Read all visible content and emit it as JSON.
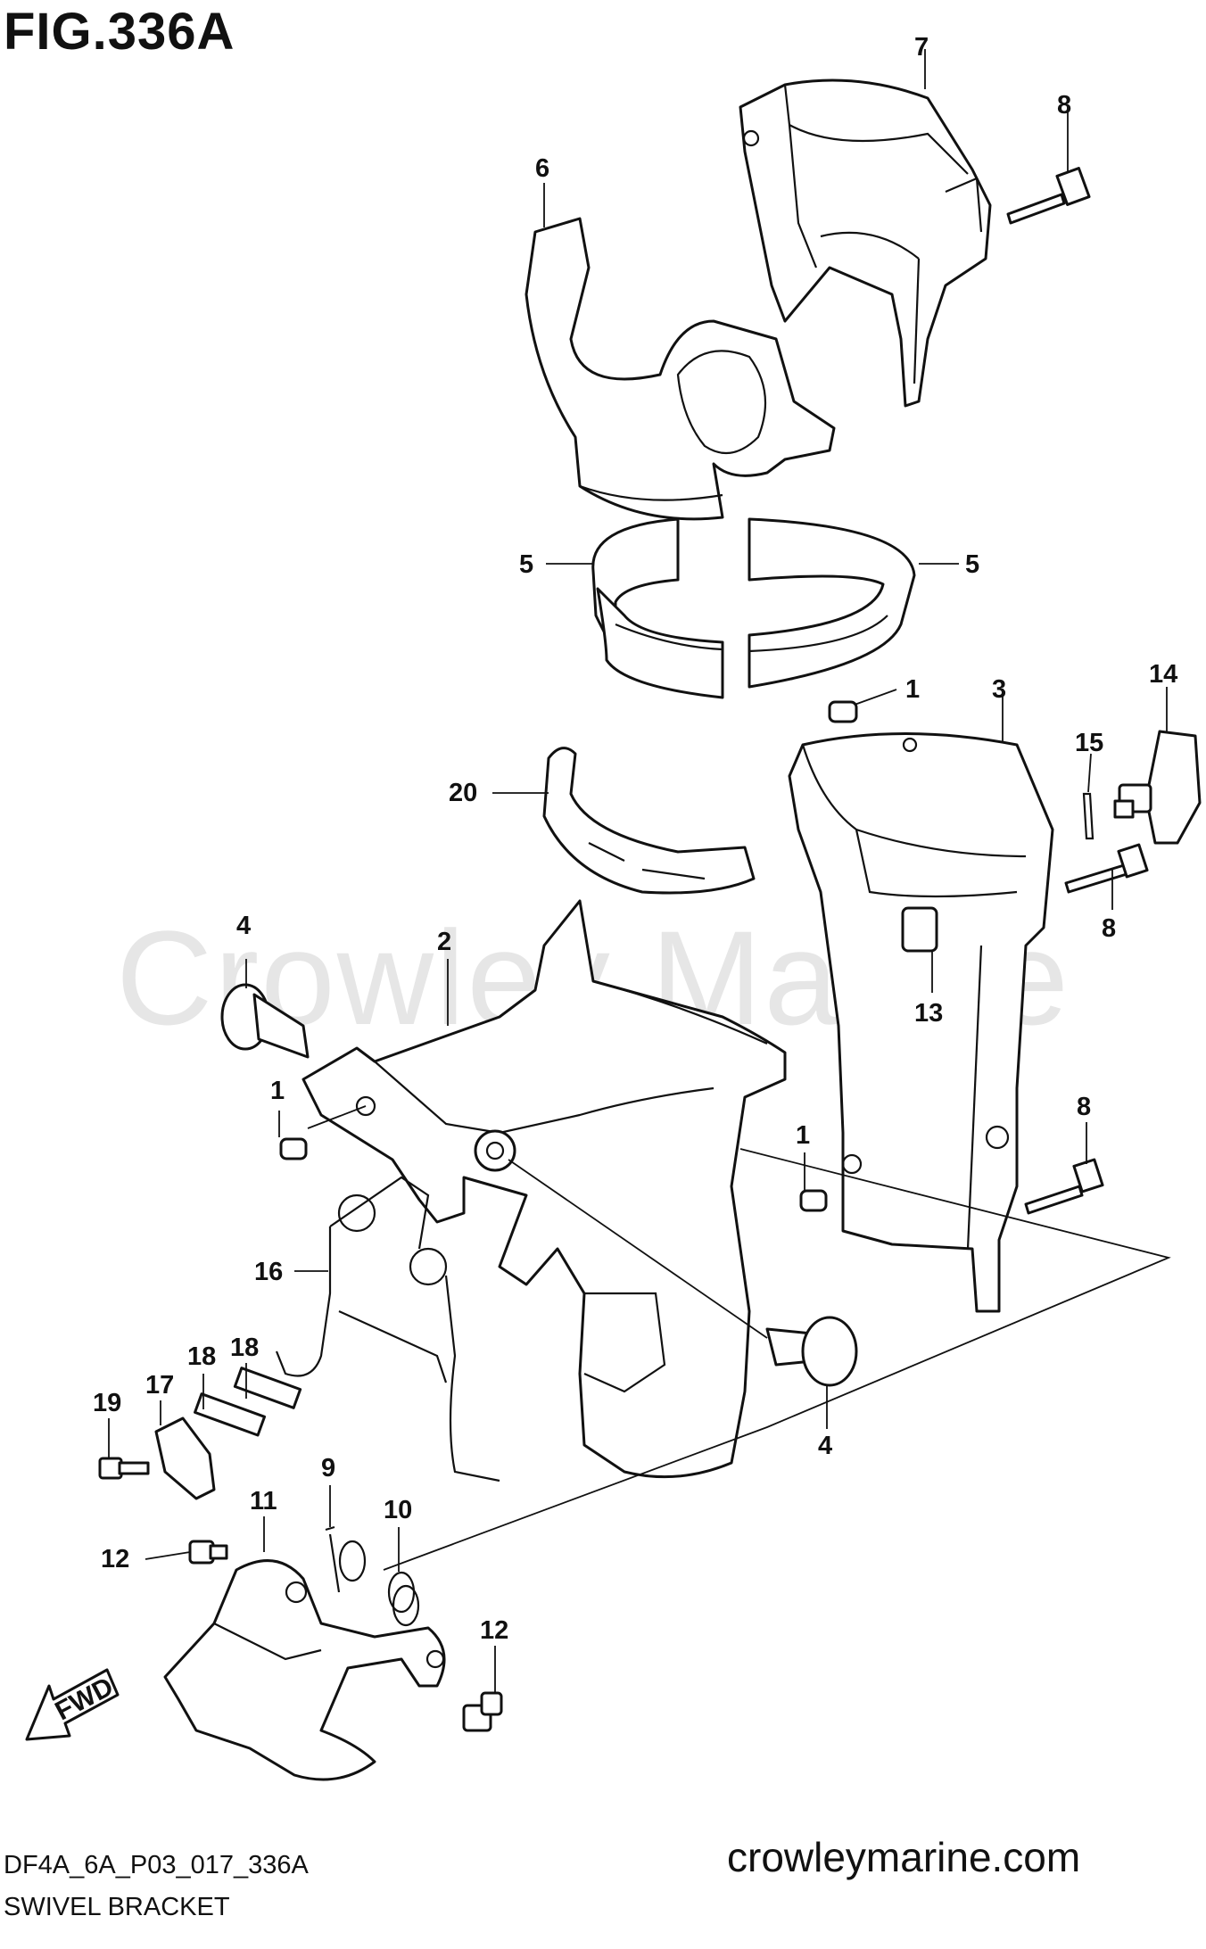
{
  "figure": {
    "title": "FIG.336A",
    "code": "DF4A_6A_P03_017_336A",
    "caption": "SWIVEL BRACKET",
    "website": "crowleymarine.com",
    "watermark": "Crowley Marine",
    "direction_label": "FWD"
  },
  "callouts": [
    {
      "id": "c7a",
      "label": "7"
    },
    {
      "id": "c8a",
      "label": "8"
    },
    {
      "id": "c6",
      "label": "6"
    },
    {
      "id": "c5a",
      "label": "5"
    },
    {
      "id": "c5b",
      "label": "5"
    },
    {
      "id": "c1a",
      "label": "1"
    },
    {
      "id": "c3",
      "label": "3"
    },
    {
      "id": "c14",
      "label": "14"
    },
    {
      "id": "c15",
      "label": "15"
    },
    {
      "id": "c20",
      "label": "20"
    },
    {
      "id": "c8b",
      "label": "8"
    },
    {
      "id": "c4a",
      "label": "4"
    },
    {
      "id": "c2",
      "label": "2"
    },
    {
      "id": "c13",
      "label": "13"
    },
    {
      "id": "c1b",
      "label": "1"
    },
    {
      "id": "c8c",
      "label": "8"
    },
    {
      "id": "c1c",
      "label": "1"
    },
    {
      "id": "c16",
      "label": "16"
    },
    {
      "id": "c18a",
      "label": "18"
    },
    {
      "id": "c18b",
      "label": "18"
    },
    {
      "id": "c17",
      "label": "17"
    },
    {
      "id": "c19",
      "label": "19"
    },
    {
      "id": "c4b",
      "label": "4"
    },
    {
      "id": "c9",
      "label": "9"
    },
    {
      "id": "c11",
      "label": "11"
    },
    {
      "id": "c10",
      "label": "10"
    },
    {
      "id": "c12a",
      "label": "12"
    },
    {
      "id": "c12b",
      "label": "12"
    }
  ]
}
